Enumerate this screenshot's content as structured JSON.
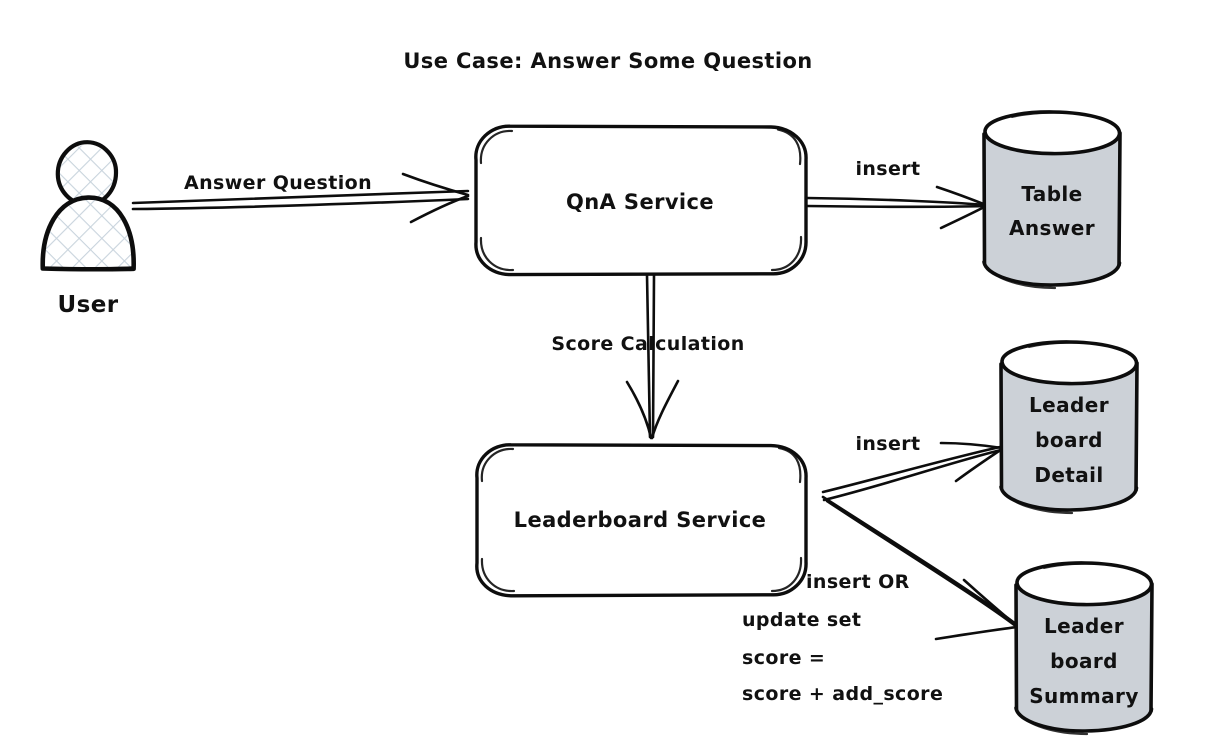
{
  "diagram": {
    "title": "Use Case: Answer Some Question",
    "style": "hand-drawn-sketch",
    "background_color": "#ffffff",
    "ink_color": "#0d0d0d",
    "datastore_fill": "#ccd1d7",
    "actor_hatch_color": "#c9d4dd",
    "actors": [
      {
        "id": "user",
        "label": "User",
        "shape": "person",
        "fill": "hatched"
      }
    ],
    "nodes": [
      {
        "id": "qna-service",
        "label": "QnA Service",
        "shape": "rounded-rectangle",
        "fill": "#ffffff"
      },
      {
        "id": "leaderboard-service",
        "label": "Leaderboard Service",
        "shape": "rounded-rectangle",
        "fill": "#ffffff"
      }
    ],
    "datastores": [
      {
        "id": "table-answer",
        "shape": "cylinder",
        "fill": "#ccd1d7",
        "lines": [
          "Table",
          "Answer"
        ]
      },
      {
        "id": "leaderboard-detail",
        "shape": "cylinder",
        "fill": "#ccd1d7",
        "lines": [
          "Leader",
          "board",
          "Detail"
        ]
      },
      {
        "id": "leaderboard-summary",
        "shape": "cylinder",
        "fill": "#ccd1d7",
        "lines": [
          "Leader",
          "board",
          "Summary"
        ]
      }
    ],
    "edges": [
      {
        "id": "user-to-qna",
        "from": "user",
        "to": "qna-service",
        "label": "Answer Question",
        "direction": "right"
      },
      {
        "id": "qna-to-table-answer",
        "from": "qna-service",
        "to": "table-answer",
        "label": "insert",
        "direction": "right"
      },
      {
        "id": "qna-to-leaderboard",
        "from": "qna-service",
        "to": "leaderboard-service",
        "label": "Score Calculation",
        "direction": "down"
      },
      {
        "id": "leaderboard-to-detail",
        "from": "leaderboard-service",
        "to": "leaderboard-detail",
        "label": "insert",
        "direction": "up-right"
      },
      {
        "id": "leaderboard-to-summary",
        "from": "leaderboard-service",
        "to": "leaderboard-summary",
        "label_lines": [
          "insert OR",
          "update set",
          "score =",
          "score + add_score"
        ],
        "direction": "down-right"
      }
    ]
  }
}
